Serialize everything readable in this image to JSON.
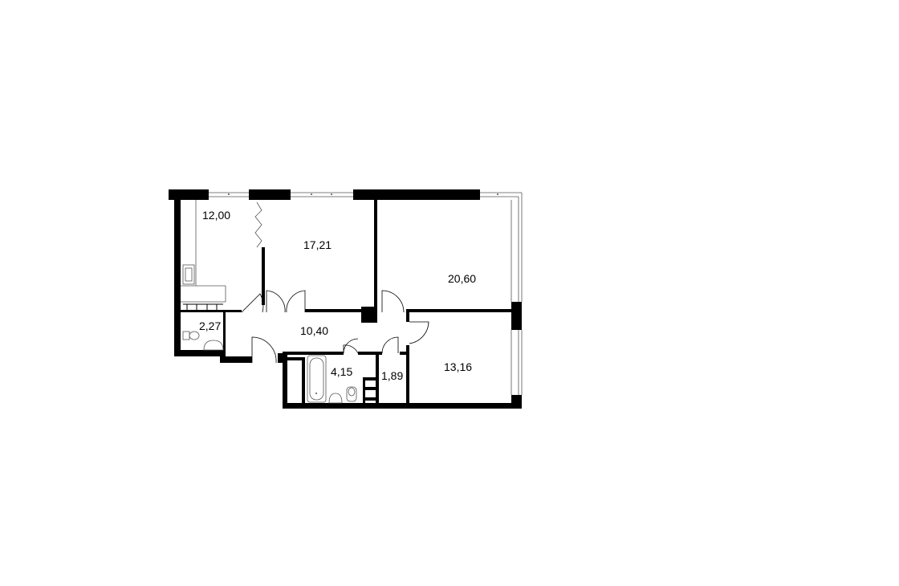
{
  "plan": {
    "rooms": [
      {
        "id": "kitchen",
        "area": "12,00"
      },
      {
        "id": "living",
        "area": "17,21"
      },
      {
        "id": "bedroom-large",
        "area": "20,60"
      },
      {
        "id": "bathroom-small",
        "area": "2,27"
      },
      {
        "id": "hallway",
        "area": "10,40"
      },
      {
        "id": "bathroom",
        "area": "4,15"
      },
      {
        "id": "storage",
        "area": "1,89"
      },
      {
        "id": "bedroom-small",
        "area": "13,16"
      }
    ]
  }
}
